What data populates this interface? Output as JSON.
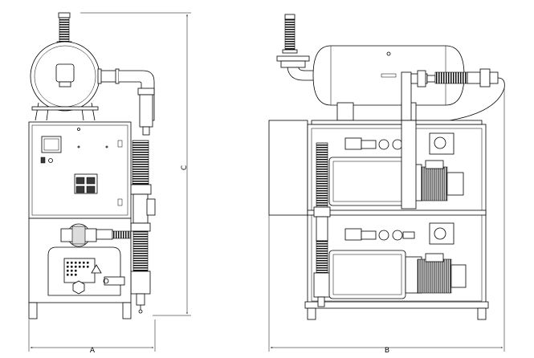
{
  "dimensions": {
    "width_label": "A",
    "depth_label": "B",
    "height_label": "C"
  }
}
